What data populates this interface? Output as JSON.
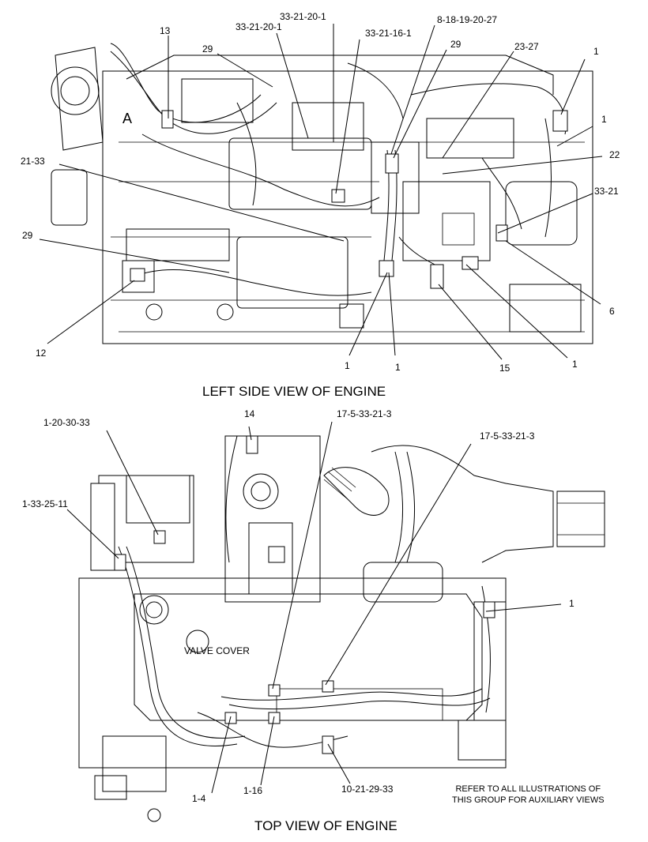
{
  "left_view": {
    "caption": "LEFT SIDE VIEW OF ENGINE",
    "view_label_a": "A",
    "callouts": [
      {
        "id": "c13",
        "text": "13"
      },
      {
        "id": "c29a",
        "text": "29"
      },
      {
        "id": "c33-21-20-1a",
        "text": "33-21-20-1"
      },
      {
        "id": "c33-21-20-1b",
        "text": "33-21-20-1"
      },
      {
        "id": "c33-21-16-1",
        "text": "33-21-16-1"
      },
      {
        "id": "c8-18-19-20-27",
        "text": "8-18-19-20-27"
      },
      {
        "id": "c29b",
        "text": "29"
      },
      {
        "id": "c23-27",
        "text": "23-27"
      },
      {
        "id": "c1a",
        "text": "1"
      },
      {
        "id": "c1b",
        "text": "1"
      },
      {
        "id": "c22",
        "text": "22"
      },
      {
        "id": "c21-33",
        "text": "21-33"
      },
      {
        "id": "c33-21",
        "text": "33-21"
      },
      {
        "id": "c29c",
        "text": "29"
      },
      {
        "id": "c6",
        "text": "6"
      },
      {
        "id": "c12",
        "text": "12"
      },
      {
        "id": "c1c",
        "text": "1"
      },
      {
        "id": "c1d",
        "text": "1"
      },
      {
        "id": "c15",
        "text": "15"
      },
      {
        "id": "c1e",
        "text": "1"
      }
    ]
  },
  "top_view": {
    "caption": "TOP VIEW OF ENGINE",
    "valve_cover_label": "VALVE COVER",
    "note_line1": "REFER TO ALL ILLUSTRATIONS OF",
    "note_line2": "THIS GROUP FOR AUXILIARY VIEWS",
    "callouts": [
      {
        "id": "t14",
        "text": "14"
      },
      {
        "id": "t17-5-33-21-3a",
        "text": "17-5-33-21-3"
      },
      {
        "id": "t1-20-30-33",
        "text": "1-20-30-33"
      },
      {
        "id": "t17-5-33-21-3b",
        "text": "17-5-33-21-3"
      },
      {
        "id": "t1-33-25-11",
        "text": "1-33-25-11"
      },
      {
        "id": "t1",
        "text": "1"
      },
      {
        "id": "t1-4",
        "text": "1-4"
      },
      {
        "id": "t1-16",
        "text": "1-16"
      },
      {
        "id": "t10-21-29-33",
        "text": "10-21-29-33"
      }
    ]
  }
}
